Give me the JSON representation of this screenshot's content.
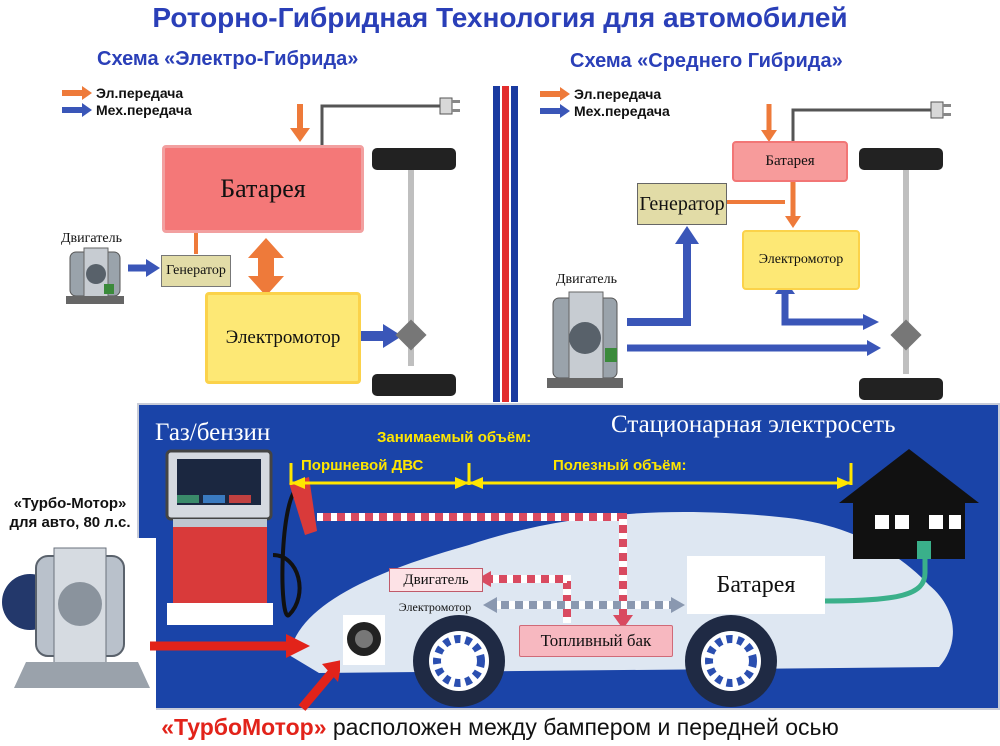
{
  "title": "Роторно-Гибридная Технология для автомобилей",
  "left_schema": {
    "title": "Схема «Электро-Гибрида»",
    "legend_el": "Эл.передача",
    "legend_mech": "Мех.передача",
    "battery": "Батарея",
    "generator": "Генератор",
    "motor": "Электромотор",
    "engine": "Двигатель"
  },
  "right_schema": {
    "title": "Схема «Среднего Гибрида»",
    "legend_el": "Эл.передача",
    "legend_mech": "Мех.передача",
    "battery": "Батарея",
    "generator": "Генератор",
    "motor": "Электромотор",
    "engine": "Двигатель"
  },
  "bottom": {
    "gas": "Газ/бензин",
    "grid": "Стационарная электросеть",
    "occupied_volume": "Занимаемый объём:",
    "piston_engine": "Поршневой ДВС",
    "useful_volume": "Полезный объём:",
    "engine": "Двигатель",
    "emotor": "Электромотор",
    "fuel_tank": "Топливный бак",
    "battery": "Батарея"
  },
  "turbo_label_line1": "«Турбо-Мотор»",
  "turbo_label_line2": "для авто, 80 л.с.",
  "caption_highlight": "«ТурбоМотор»",
  "caption_rest": " расположен между бампером и передней осью",
  "colors": {
    "title_blue": "#2a3fb8",
    "el_arrow": "#ee7a3a",
    "mech_arrow": "#3a56b8",
    "panel_blue": "#1a44a8",
    "accent_red": "#e2231a",
    "label_yellow": "#ffe600"
  }
}
